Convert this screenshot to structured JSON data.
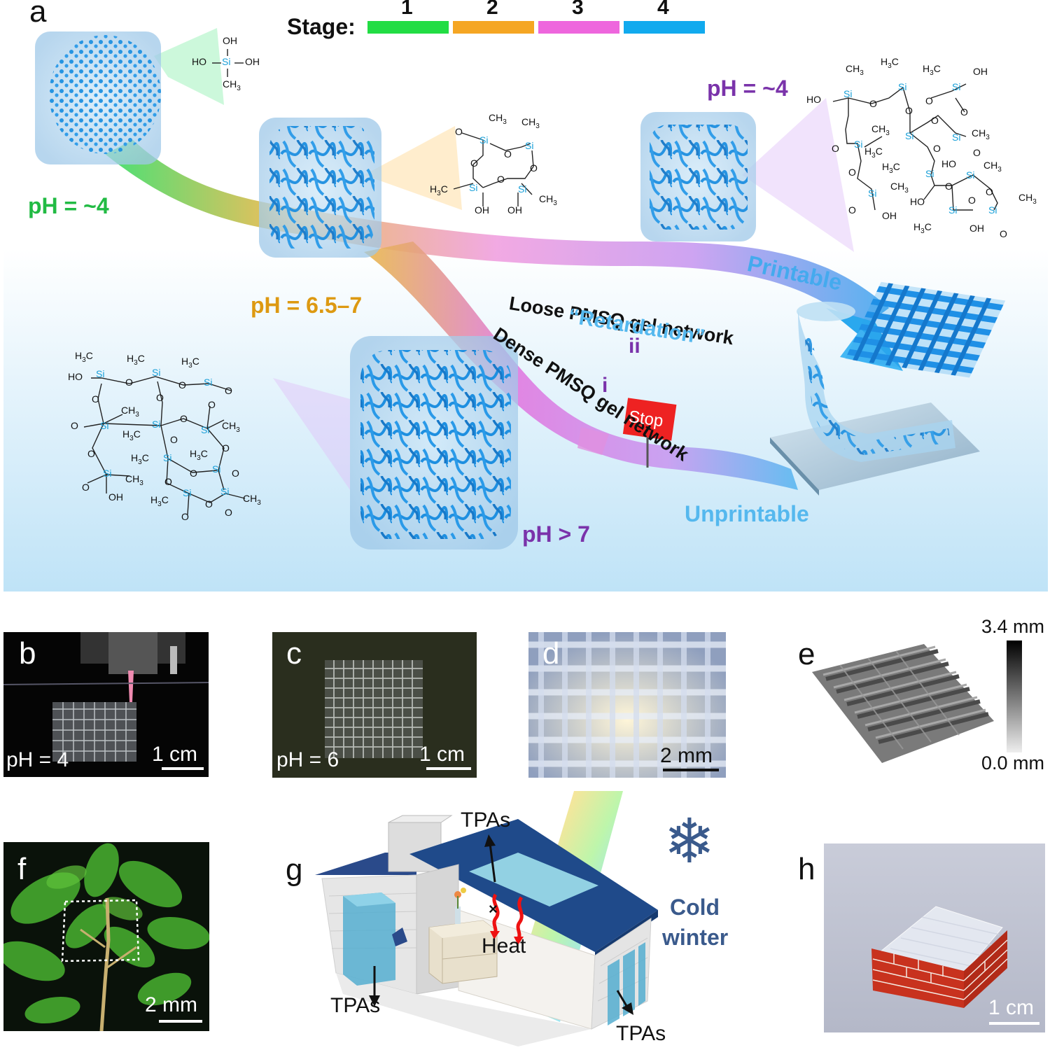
{
  "panel_a": {
    "letter": "a",
    "stage_label": "Stage:",
    "stages": [
      {
        "num": "1",
        "color": "#22dd44"
      },
      {
        "num": "2",
        "color": "#f5a623"
      },
      {
        "num": "3",
        "color": "#ee66dd"
      },
      {
        "num": "4",
        "color": "#11aaee"
      }
    ],
    "ph_stage1": "pH = ~4",
    "ph_stage2": "pH = 6.5–7",
    "ph_right": "pH = ~4",
    "ph_dense": "pH > 7",
    "loose_label": "Loose PMSQ gel network",
    "retardation_label": "“Retardation”",
    "roman_ii": "ii",
    "roman_i": "i",
    "dense_label": "Dense PMSQ gel network",
    "stop_sign": "Stop",
    "printable": "Printable",
    "unprintable": "Unprintable",
    "chem": {
      "oh": "OH",
      "ho": "HO",
      "si": "Si",
      "o": "O",
      "ch3": "CH",
      "h3c": "H",
      "sub3": "3",
      "c": "C"
    }
  },
  "panel_b": {
    "letter": "b",
    "ph": "pH = 4",
    "scale": "1 cm"
  },
  "panel_c": {
    "letter": "c",
    "ph": "pH = 6",
    "scale": "1 cm"
  },
  "panel_d": {
    "letter": "d",
    "scale": "2 mm"
  },
  "panel_e": {
    "letter": "e",
    "max": "3.4 mm",
    "min": "0.0 mm"
  },
  "panel_f": {
    "letter": "f",
    "scale": "2 mm"
  },
  "panel_g": {
    "letter": "g",
    "tpas_top": "TPAs",
    "tpas_left": "TPAs",
    "tpas_right": "TPAs",
    "heat": "Heat",
    "cold_line1": "Cold",
    "cold_line2": "winter"
  },
  "panel_h": {
    "letter": "h",
    "scale": "1 cm"
  },
  "colors": {
    "green": "#22bb44",
    "orange": "#dd9911",
    "purple": "#7a33aa",
    "cyan": "#33aadd",
    "navy": "#3a5a8c"
  }
}
